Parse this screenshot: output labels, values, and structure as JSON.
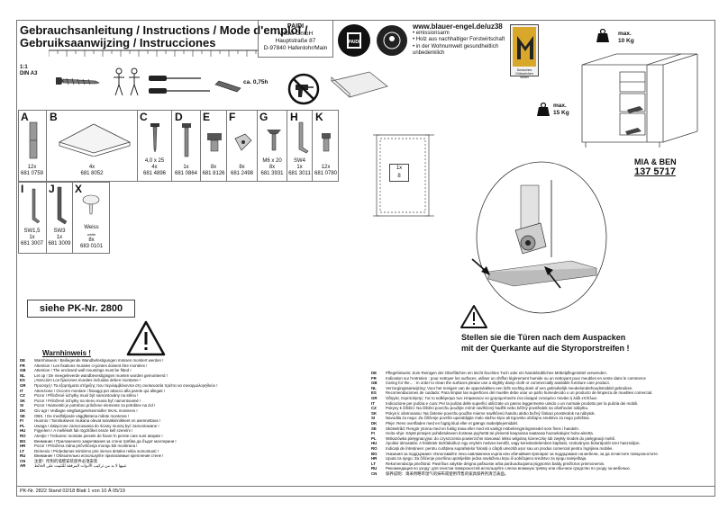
{
  "header": {
    "title_line1": "Gebrauchsanleitung / Instructions / Mode d'emploi /",
    "title_line2": "Gebruiksaanwijzing / Instrucciones",
    "company_name": "PAIDI",
    "company_line2": "Möbel GmbH",
    "company_line3": "Hauptstraße 87",
    "company_line4": "D-97840 Hafenlohr/Main",
    "logo_text": "PAIDI",
    "blauer_url": "www.blauer-engel.de/uz38",
    "blauer_items": [
      "• emissionsarm",
      "• Holz aus nachhaltiger Forstwirtschaft",
      "• in der Wohnumwelt gesundheitlich",
      "  unbedenklich"
    ],
    "gs_label": "Deutsches Gütezeichen Möbel"
  },
  "scale": {
    "ratio": "1:1",
    "format": "DIN A3",
    "time": "ca. 0,75h"
  },
  "weights": {
    "top": "max.\n10 Kg",
    "top_l1": "max.",
    "top_l2": "10 Kg",
    "mid_l1": "max.",
    "mid_l2": "15 Kg"
  },
  "parts": [
    {
      "letter": "A",
      "qty": "12x",
      "code": "681 0759"
    },
    {
      "letter": "B",
      "qty": "4x",
      "code": "681 8052"
    },
    {
      "letter": "C",
      "size": "4,0 x 25",
      "qty": "4x",
      "code": "681 4896"
    },
    {
      "letter": "D",
      "qty": "1x",
      "code": "681 0864"
    },
    {
      "letter": "E",
      "qty": "8x",
      "code": "681 8126"
    },
    {
      "letter": "F",
      "qty": "8x",
      "code": "681 2498"
    },
    {
      "letter": "G",
      "size": "M6 x 20",
      "qty": "8x",
      "code": "681 3931"
    },
    {
      "letter": "H",
      "size": "SW4",
      "qty": "1x",
      "code": "681 3011"
    },
    {
      "letter": "K",
      "qty": "12x",
      "code": "681 0780"
    }
  ],
  "tools": [
    {
      "letter": "I",
      "size": "SW1,5",
      "qty": "1x",
      "code": "681 3007"
    },
    {
      "letter": "J",
      "size": "SW3",
      "qty": "1x",
      "code": "681 3009"
    },
    {
      "letter": "X",
      "size": "Weiss",
      "sub": "white",
      "qty": "8x",
      "code": "683 0101"
    }
  ],
  "door_detail": {
    "qty": "1x",
    "num": "8"
  },
  "model": {
    "name": "MIA & BEN",
    "number": "137 5717"
  },
  "pk": "siehe PK-Nr. 2800",
  "stellen": [
    "Stellen sie die Türen nach dem Auspacken",
    "mit der Querkante auf die Styroporstreifen !"
  ],
  "warnings_title": "Warnhinweis !",
  "warnings": [
    {
      "cc": "DE",
      "text": "Warnhinweis ! Beiliegende Wandbefestigungen müssen montiert werden !"
    },
    {
      "cc": "FR",
      "text": "Attention ! Les fixations murales ci-jointes doivent être montées !"
    },
    {
      "cc": "GB",
      "text": "Attention ! The enclosed wall mountings must be fitted !"
    },
    {
      "cc": "NL",
      "text": "Let op ! De meegeleverde wandbevestigingen moeten worden gemonteerd !"
    },
    {
      "cc": "ES",
      "text": "¡Atención! Los fijaciones murales incluidas deben montarse !"
    },
    {
      "cc": "GR",
      "text": "Προσοχή ! Τα εξαρτήματα στήριξης που περιλαμβάνονται στη συσκευασία πρέπει να συναρμολογηθούν !"
    },
    {
      "cc": "IT",
      "text": "Attenzione ! Occorre montare i fissaggi per attacco alla parete qui allegati !"
    },
    {
      "cc": "CZ",
      "text": "Pozor ! Přiložené úchytky musí být namontovány na stěnu !"
    },
    {
      "cc": "SK",
      "text": "Pozor ! Priložené úchytky na stenu musia byť namontované !"
    },
    {
      "cc": "SI",
      "text": "Pozor ! Namestiti je potrebno priložene elemente za pritrditev na zid !"
    },
    {
      "cc": "DK",
      "text": "Giv agt ! Vedlagte vægfastgørelsesmidler SKAL monteres !"
    },
    {
      "cc": "SE",
      "text": "OBS. ! De medföljande väggfästena måste monteras !"
    },
    {
      "cc": "FI",
      "text": "Huomio ! Toimitukseen mukana olevat seinäkiinnikkeet on asennettava !"
    },
    {
      "cc": "PL",
      "text": "Uwaga ! Załączone zamocowania do ściany muszą być zamontowane !"
    },
    {
      "cc": "HU",
      "text": "Figyelem ! A mellékelt fali rögzítőket össze kell szerelni !"
    },
    {
      "cc": "RO",
      "text": "Atenţie ! Trebuiesc montate piesele de fixare în perete care sunt ataşate !"
    },
    {
      "cc": "BG",
      "text": "Внимание ! Приложените закрепвания за стена трябва да бъдат монтирани !"
    },
    {
      "cc": "HR",
      "text": "Pozor ! Priložena zidna pričvršćenja moraju biti montirana !"
    },
    {
      "cc": "LT",
      "text": "Dėmesio ! Pridedamas tvirtinimo prie sienos detales reikia sumontuoti !"
    },
    {
      "cc": "RU",
      "text": "Внимание ! Обязательно используйте прилагаемые крепления стене !"
    },
    {
      "cc": "CN",
      "text": "注意！所附的墙壁安装部件必须安装"
    },
    {
      "cc": "AR",
      "text": "تنبيها لا بد من تركيب الأدوات المرفقة للتثبيت على الحائط"
    }
  ],
  "care": [
    {
      "cc": "DE",
      "text": "Pflegehinweis: Zum Reinigen der Oberflächen ein leicht feuchtes Tuch oder ein handelsübliches Möbelpflegemittel verwenden."
    },
    {
      "cc": "FR",
      "text": "Indication sur l'entretien : pour nettoyer les surfaces, utiliser un chiffon légèrement humide ou un nettoyant pour meubles en vente dans le commerce"
    },
    {
      "cc": "GB",
      "text": "Caring for the... : In order to clean the surfaces please use a slightly damp cloth or commercially available furniture care product."
    },
    {
      "cc": "NL",
      "text": "Verzorgingsaanwijzing: Voor het reinigen van de oppervlakken een licht vochtig doek of een gebruikelijk meubelonderhoudsmiddel gebruiken."
    },
    {
      "cc": "ES",
      "text": "Recomendaciones de cuidado: Para limpiar las superficies del mueble debe usar un paño humedecido o un producto de limpieza de muebles comercial."
    },
    {
      "cc": "GR",
      "text": "Οδηγίες περιποίησης: Για το καθάρισμα των επιφανειών να χρησιμοποιείτε ένα ελαφρά νοτισμένο πανάκι ή λάδι επίπλων."
    },
    {
      "cc": "IT",
      "text": "Indicazione per pulizia e cura: Per la pulizia delle superfici utilizzate un panno leggermente umido o un normale prodotto per la pulizia dei mobili."
    },
    {
      "cc": "CZ",
      "text": "Pokyny k čištění: Na čištění povrchu použijte mírně navlhčený hadřík nebo běžný prostředek na ošetřování nábytku."
    },
    {
      "cc": "SK",
      "text": "Pokyn k ošetrovaniu: Na čistenie povrchu použite mierne navlhčenú handru alebo bežný čistiaci prostriedok na nábytok."
    },
    {
      "cc": "SI",
      "text": "Navodila za nego: Za čiščenje površin uporabljajte malo vlažno krpo ali trgovsko običajno sredstvo za nego pohištva."
    },
    {
      "cc": "DK",
      "text": "Pleje: Rens overfladen med en fugtig klud eller et gængs møbelplejemiddel."
    },
    {
      "cc": "SE",
      "text": "Skötselråd: Rengör ytorna med en fuktig trasa eller med ett vanligt möbelrengöringsmedel som finns i handeln."
    },
    {
      "cc": "FI",
      "text": "Hoito-ohje: Käytä pintojen puhdistukseen kosteaa pyyhettä tai yleisesti kaupoissa saatavaa huonekalujen hoito-ainetta."
    },
    {
      "cc": "PL",
      "text": "Wskazówka pielęgnacyjna: do czyszczenia powierzchni stosować lekko wilgotną ściereczkę lub zwykły środek do pielęgnacji mebli."
    },
    {
      "cc": "HU",
      "text": "Ápolási útmutatás: A felületek tisztításához egy enyhén nedves kendőt, vagy kereskedelemben kapható, szokványos bútorápolót szer használjon."
    },
    {
      "cc": "RO",
      "text": "Indicații de întreținere: pentru curățirea suprafețelor folosiți o cârpă umezită ușor sau un produs comercial pentru îngrijirea mobilei."
    },
    {
      "cc": "BG",
      "text": "Указания за поддържане: Използвайте леко навлажнена кърпа или обичайния препарат за поддържане на мебели, за да почистите повърхностите."
    },
    {
      "cc": "HR",
      "text": "Uputa za njegu: Za čišćenje površina upotrijebite jedva navlaženu krpu ili uobičajeno sredstvo za njegu namještaja."
    },
    {
      "cc": "LT",
      "text": "Rekomendacija priežiūrai: Paviršius valykite drėgna pašluoste arba parduodiuojama įsigytomis baldų priežiūros priemonemis."
    },
    {
      "cc": "RU",
      "text": "Рекомендация по уходу: для очистки поверхностей используйте слегка влажную тряпку или обычное средство по уходу за мебелью."
    },
    {
      "cc": "CN",
      "text": "保养说明：请采用略带湿气的抹布或使用市售的家具保养剂清洁表面。"
    }
  ],
  "footer": "PK-Nr. 2822   Stand 02/18   Blatt 1 von 10   Ä 05/19"
}
